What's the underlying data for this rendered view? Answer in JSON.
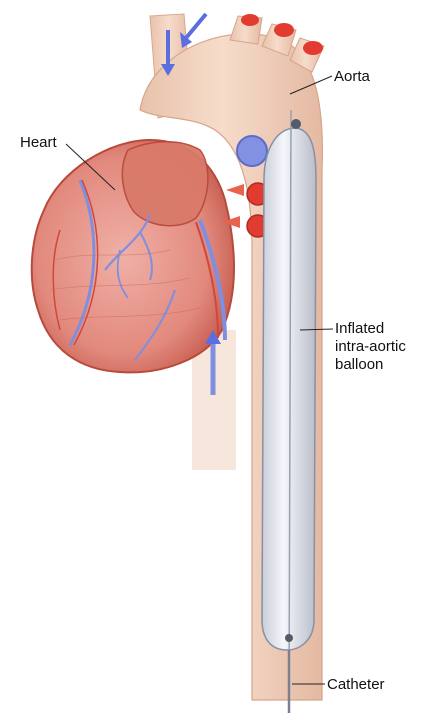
{
  "labels": {
    "heart": "Heart",
    "aorta": "Aorta",
    "balloon_line1": "Inflated",
    "balloon_line2": "intra-aortic",
    "balloon_line3": "balloon",
    "catheter": "Catheter"
  },
  "colors": {
    "vessel": "#f2d2bf",
    "vessel_shadow": "#e2b49c",
    "heart_muscle": "#e69a8f",
    "heart_outline": "#b84a3c",
    "veins": "#7f8fe0",
    "artery_red": "#e23b2f",
    "balloon": "#e4e7ee",
    "flow_arrow": "#5a6ee0"
  },
  "icons": [
    "blood-flow-arrow-icon",
    "oxygen-arrow-icon"
  ]
}
